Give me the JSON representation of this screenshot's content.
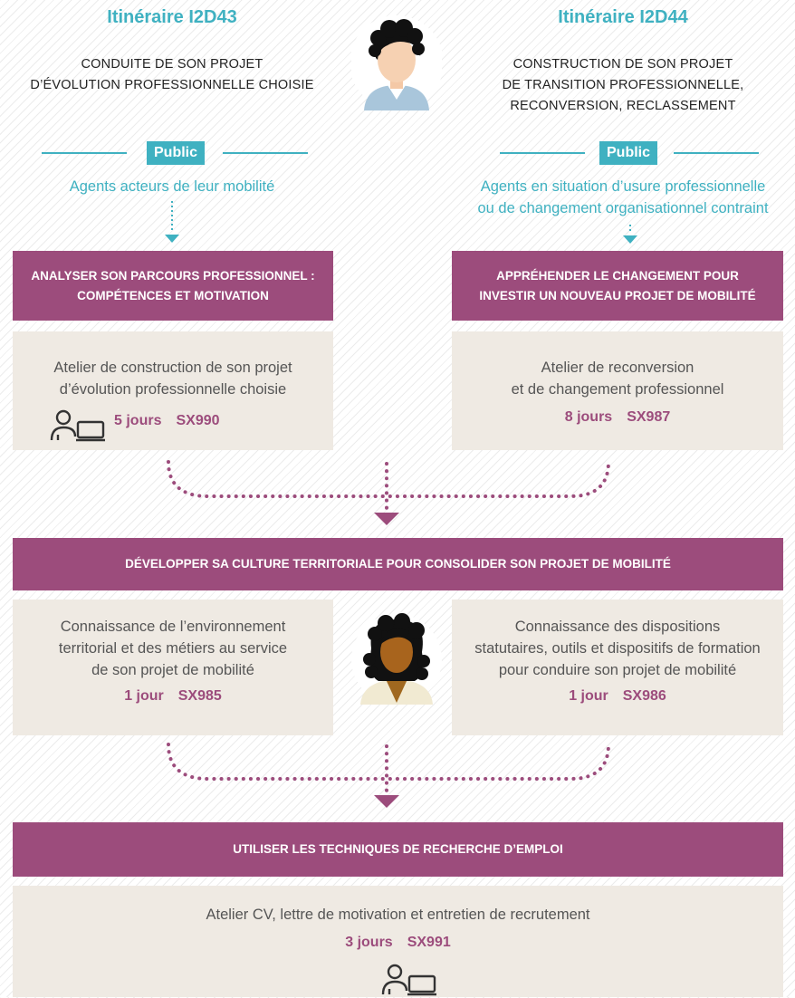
{
  "left": {
    "title": "Itinéraire I2D43",
    "subtitle_line1": "CONDUITE DE SON PROJET",
    "subtitle_line2": "D’ÉVOLUTION PROFESSIONNELLE CHOISIE",
    "public_label": "Public",
    "audience": "Agents acteurs de leur mobilité",
    "step_title_line1": "ANALYSER SON PARCOURS PROFESSIONNEL :",
    "step_title_line2": "COMPÉTENCES ET MOTIVATION",
    "workshop_line1": "Atelier de construction de son projet",
    "workshop_line2": "d’évolution professionnelle choisie",
    "duration": "5 jours",
    "code": "SX990"
  },
  "right": {
    "title": "Itinéraire I2D44",
    "subtitle_line1": "CONSTRUCTION DE SON PROJET",
    "subtitle_line2": "DE TRANSITION PROFESSIONNELLE,",
    "subtitle_line3": "RECONVERSION, RECLASSEMENT",
    "public_label": "Public",
    "audience_line1": "Agents en situation d’usure professionnelle",
    "audience_line2": "ou de changement organisationnel contraint",
    "step_title_line1": "APPRÉHENDER LE CHANGEMENT POUR",
    "step_title_line2": "INVESTIR UN NOUVEAU PROJET DE MOBILITÉ",
    "workshop_line1": "Atelier de reconversion",
    "workshop_line2": "et de changement professionnel",
    "duration": "8 jours",
    "code": "SX987"
  },
  "middle": {
    "step_title": "DÉVELOPPER SA CULTURE TERRITORIALE POUR CONSOLIDER SON PROJET DE MOBILITÉ",
    "left_line1": "Connaissance de l’environnement",
    "left_line2": "territorial et des métiers au service",
    "left_line3": "de son projet de mobilité",
    "left_duration": "1 jour",
    "left_code": "SX985",
    "right_line1": "Connaissance des dispositions",
    "right_line2": "statutaires, outils et dispositifs de formation",
    "right_line3": "pour conduire son projet de mobilité",
    "right_duration": "1 jour",
    "right_code": "SX986"
  },
  "bottom": {
    "step_title": "UTILISER LES TECHNIQUES DE RECHERCHE D’EMPLOI",
    "workshop": "Atelier CV, lettre de motivation et entretien de recrutement",
    "duration": "3 jours",
    "code": "SX991"
  },
  "colors": {
    "teal": "#3fb1c1",
    "magenta": "#9c4c7c",
    "beige": "#efeae3"
  },
  "icons": [
    "man-avatar-icon",
    "woman-avatar-icon",
    "elearning-icon",
    "arrow-down-icon"
  ]
}
